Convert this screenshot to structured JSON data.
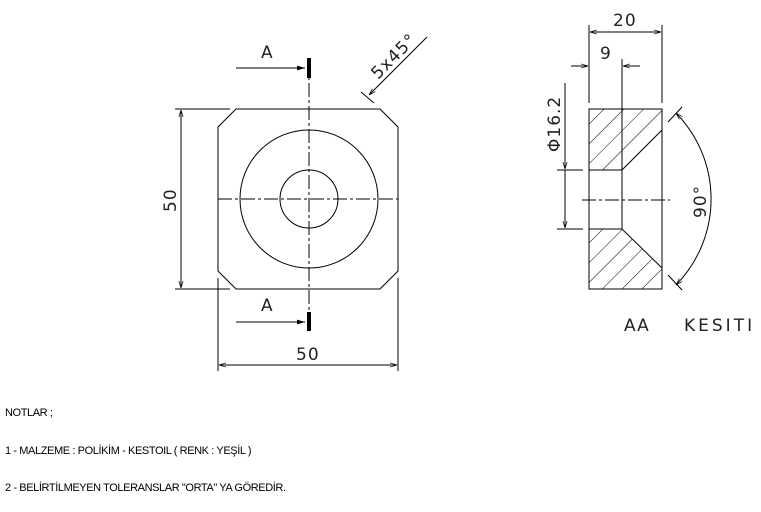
{
  "front_view": {
    "section_label_top": "A",
    "section_label_bottom": "A",
    "height_dim": "50",
    "width_dim": "50",
    "chamfer_dim": "5x45°"
  },
  "section_view": {
    "width_dim": "20",
    "depth_dim": "9",
    "diameter_dim": "Φ16.2",
    "angle_dim": "90°",
    "title_aa": "AA",
    "title_kesiti": "KESITI"
  },
  "notes": {
    "heading": "NOTLAR ;",
    "items": [
      "1 - MALZEME : POLİKİM - KESTOIL ( RENK : YEŞİL )",
      "2 - BELİRTİLMEYEN TOLERANSLAR \"ORTA\" YA GÖREDİR."
    ]
  }
}
